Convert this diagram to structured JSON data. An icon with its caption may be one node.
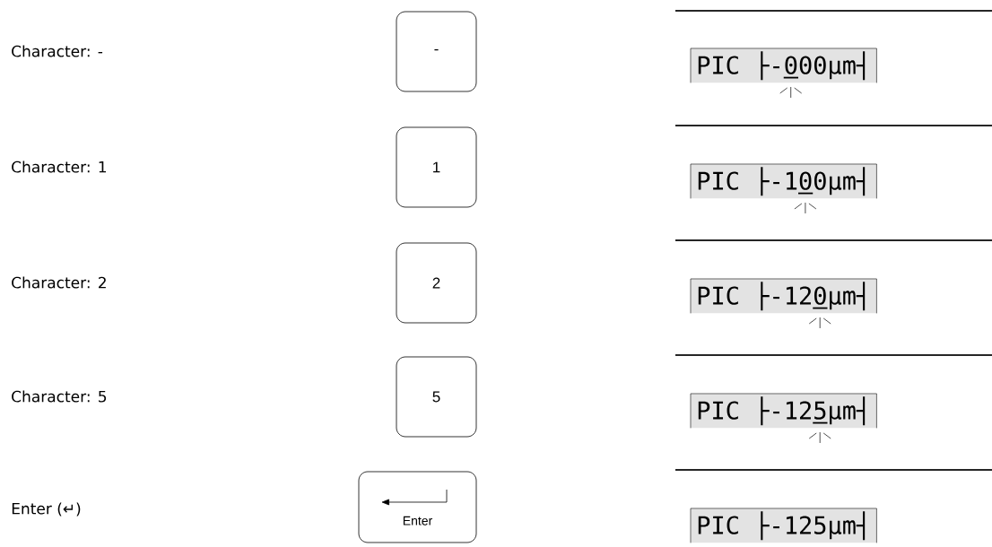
{
  "diagram": {
    "nodes": [
      {
        "text": [
          "-"
        ]
      },
      {
        "text": [
          "PIC ├-",
          "0",
          "00µm┤"
        ]
      },
      {
        "text": [
          "1"
        ]
      },
      {
        "text": [
          "PIC ├-1",
          "0",
          "0µm┤"
        ]
      },
      {
        "text": [
          "2"
        ]
      },
      {
        "text": [
          "PIC ├-12",
          "0",
          "µm┤"
        ]
      },
      {
        "text": [
          "5"
        ]
      },
      {
        "text": [
          "PIC ├-12",
          "5",
          "µm┤"
        ]
      },
      {
        "text": [
          "Enter"
        ]
      },
      {
        "text": [
          "PIC ├-125µm┤"
        ]
      }
    ],
    "labels": [
      "Character: -",
      "Character: 1",
      "Character: 2",
      "Character: 5",
      "Enter (↵)"
    ]
  }
}
